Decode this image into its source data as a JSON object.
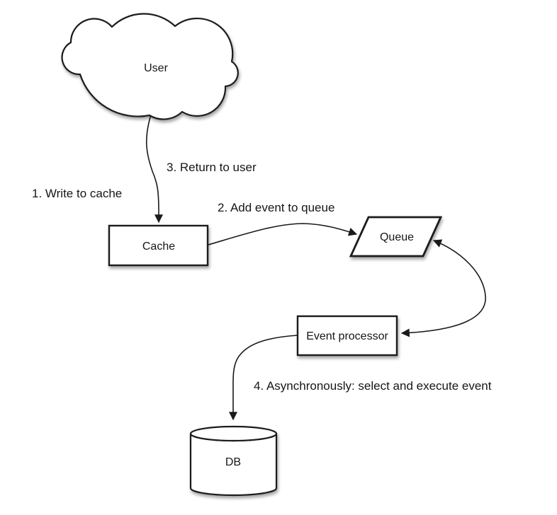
{
  "diagram": {
    "colors": {
      "background": "#ffffff",
      "shape_fill": "#ffffff",
      "stroke": "#1a1a1a",
      "text": "#16161c"
    },
    "nodes": {
      "user": {
        "label": "User",
        "shape": "cloud"
      },
      "cache": {
        "label": "Cache",
        "shape": "rectangle"
      },
      "queue": {
        "label": "Queue",
        "shape": "parallelogram"
      },
      "event_processor": {
        "label": "Event processor",
        "shape": "rectangle"
      },
      "db": {
        "label": "DB",
        "shape": "cylinder"
      }
    },
    "edges": [
      {
        "from": "user",
        "to": "cache",
        "label": "1. Write to cache"
      },
      {
        "from": "cache",
        "to": "queue",
        "label": "2. Add event to queue"
      },
      {
        "from": "cache",
        "to": "user",
        "label": "3. Return to user"
      },
      {
        "from": "queue",
        "to": "event_processor",
        "bidirectional": true,
        "label": ""
      },
      {
        "from": "event_processor",
        "to": "db",
        "label": "4. Asynchronously: select and execute event"
      }
    ]
  }
}
